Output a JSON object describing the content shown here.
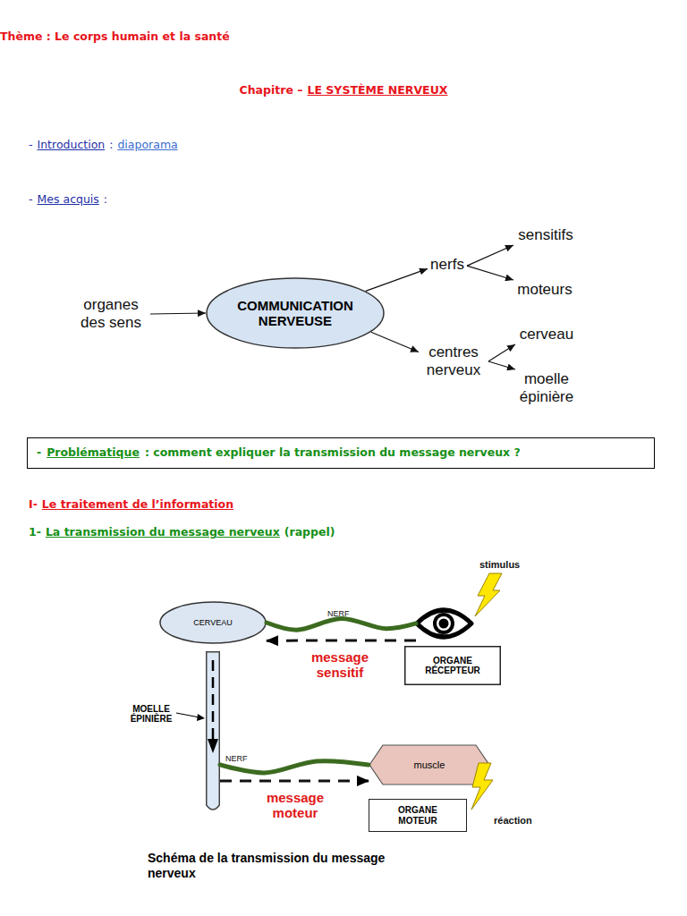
{
  "diagram": {
    "title": "Thème : Le corps humain et la santé",
    "caption": "Schéma de la transmission du message nerveux",
    "nodes": [
      {
        "text": [
          "organes des sens"
        ]
      },
      {
        "text": [
          "COMMUNICATION NERVEUSE"
        ]
      },
      {
        "text": [
          "nerfs"
        ]
      },
      {
        "text": [
          "sensitifs"
        ]
      },
      {
        "text": [
          "moteurs"
        ]
      },
      {
        "text": [
          "centres nerveux"
        ]
      },
      {
        "text": [
          "cerveau"
        ]
      },
      {
        "text": [
          "moelle épinière"
        ]
      },
      {
        "text": [
          "-",
          "Problématique",
          ": comment expliquer la transmission du message nerveux ?"
        ]
      },
      {
        "text": [
          "CERVEAU"
        ]
      },
      {
        "text": [
          "ORGANE RÉCEPTEUR"
        ]
      },
      {
        "text": [
          "MOELLE ÉPINIÈRE"
        ]
      },
      {
        "text": [
          "muscle"
        ]
      },
      {
        "text": [
          "ORGANE MOTEUR"
        ]
      }
    ],
    "edges": [
      {
        "from": 0,
        "to": 1,
        "arrow": "to"
      },
      {
        "from": 1,
        "to": 2,
        "arrow": "to"
      },
      {
        "from": 1,
        "to": 5,
        "arrow": "to"
      },
      {
        "from": 2,
        "to": 3,
        "arrow": "to"
      },
      {
        "from": 2,
        "to": 4,
        "arrow": "to"
      },
      {
        "from": 5,
        "to": 6,
        "arrow": "to"
      },
      {
        "from": 5,
        "to": 7,
        "arrow": "to"
      },
      {
        "from": 9,
        "to": 10,
        "arrow": "none",
        "label": "NERF"
      },
      {
        "from": 10,
        "to": 9,
        "arrow": "to",
        "label": "message sensitif"
      },
      {
        "from": 11,
        "to": 12,
        "arrow": "none",
        "label": "NERF"
      },
      {
        "from": 11,
        "to": 12,
        "arrow": "to",
        "label": "message moteur"
      }
    ],
    "labels": [
      "Chapitre –",
      "LE SYSTÈME NERVEUX",
      "-",
      "Introduction",
      ":",
      "diaporama",
      "-",
      "Mes acquis",
      ":",
      "I-",
      "Le traitement de l’information",
      "1-",
      "La transmission du message nerveux",
      "(rappel)",
      "stimulus",
      "réaction"
    ]
  }
}
